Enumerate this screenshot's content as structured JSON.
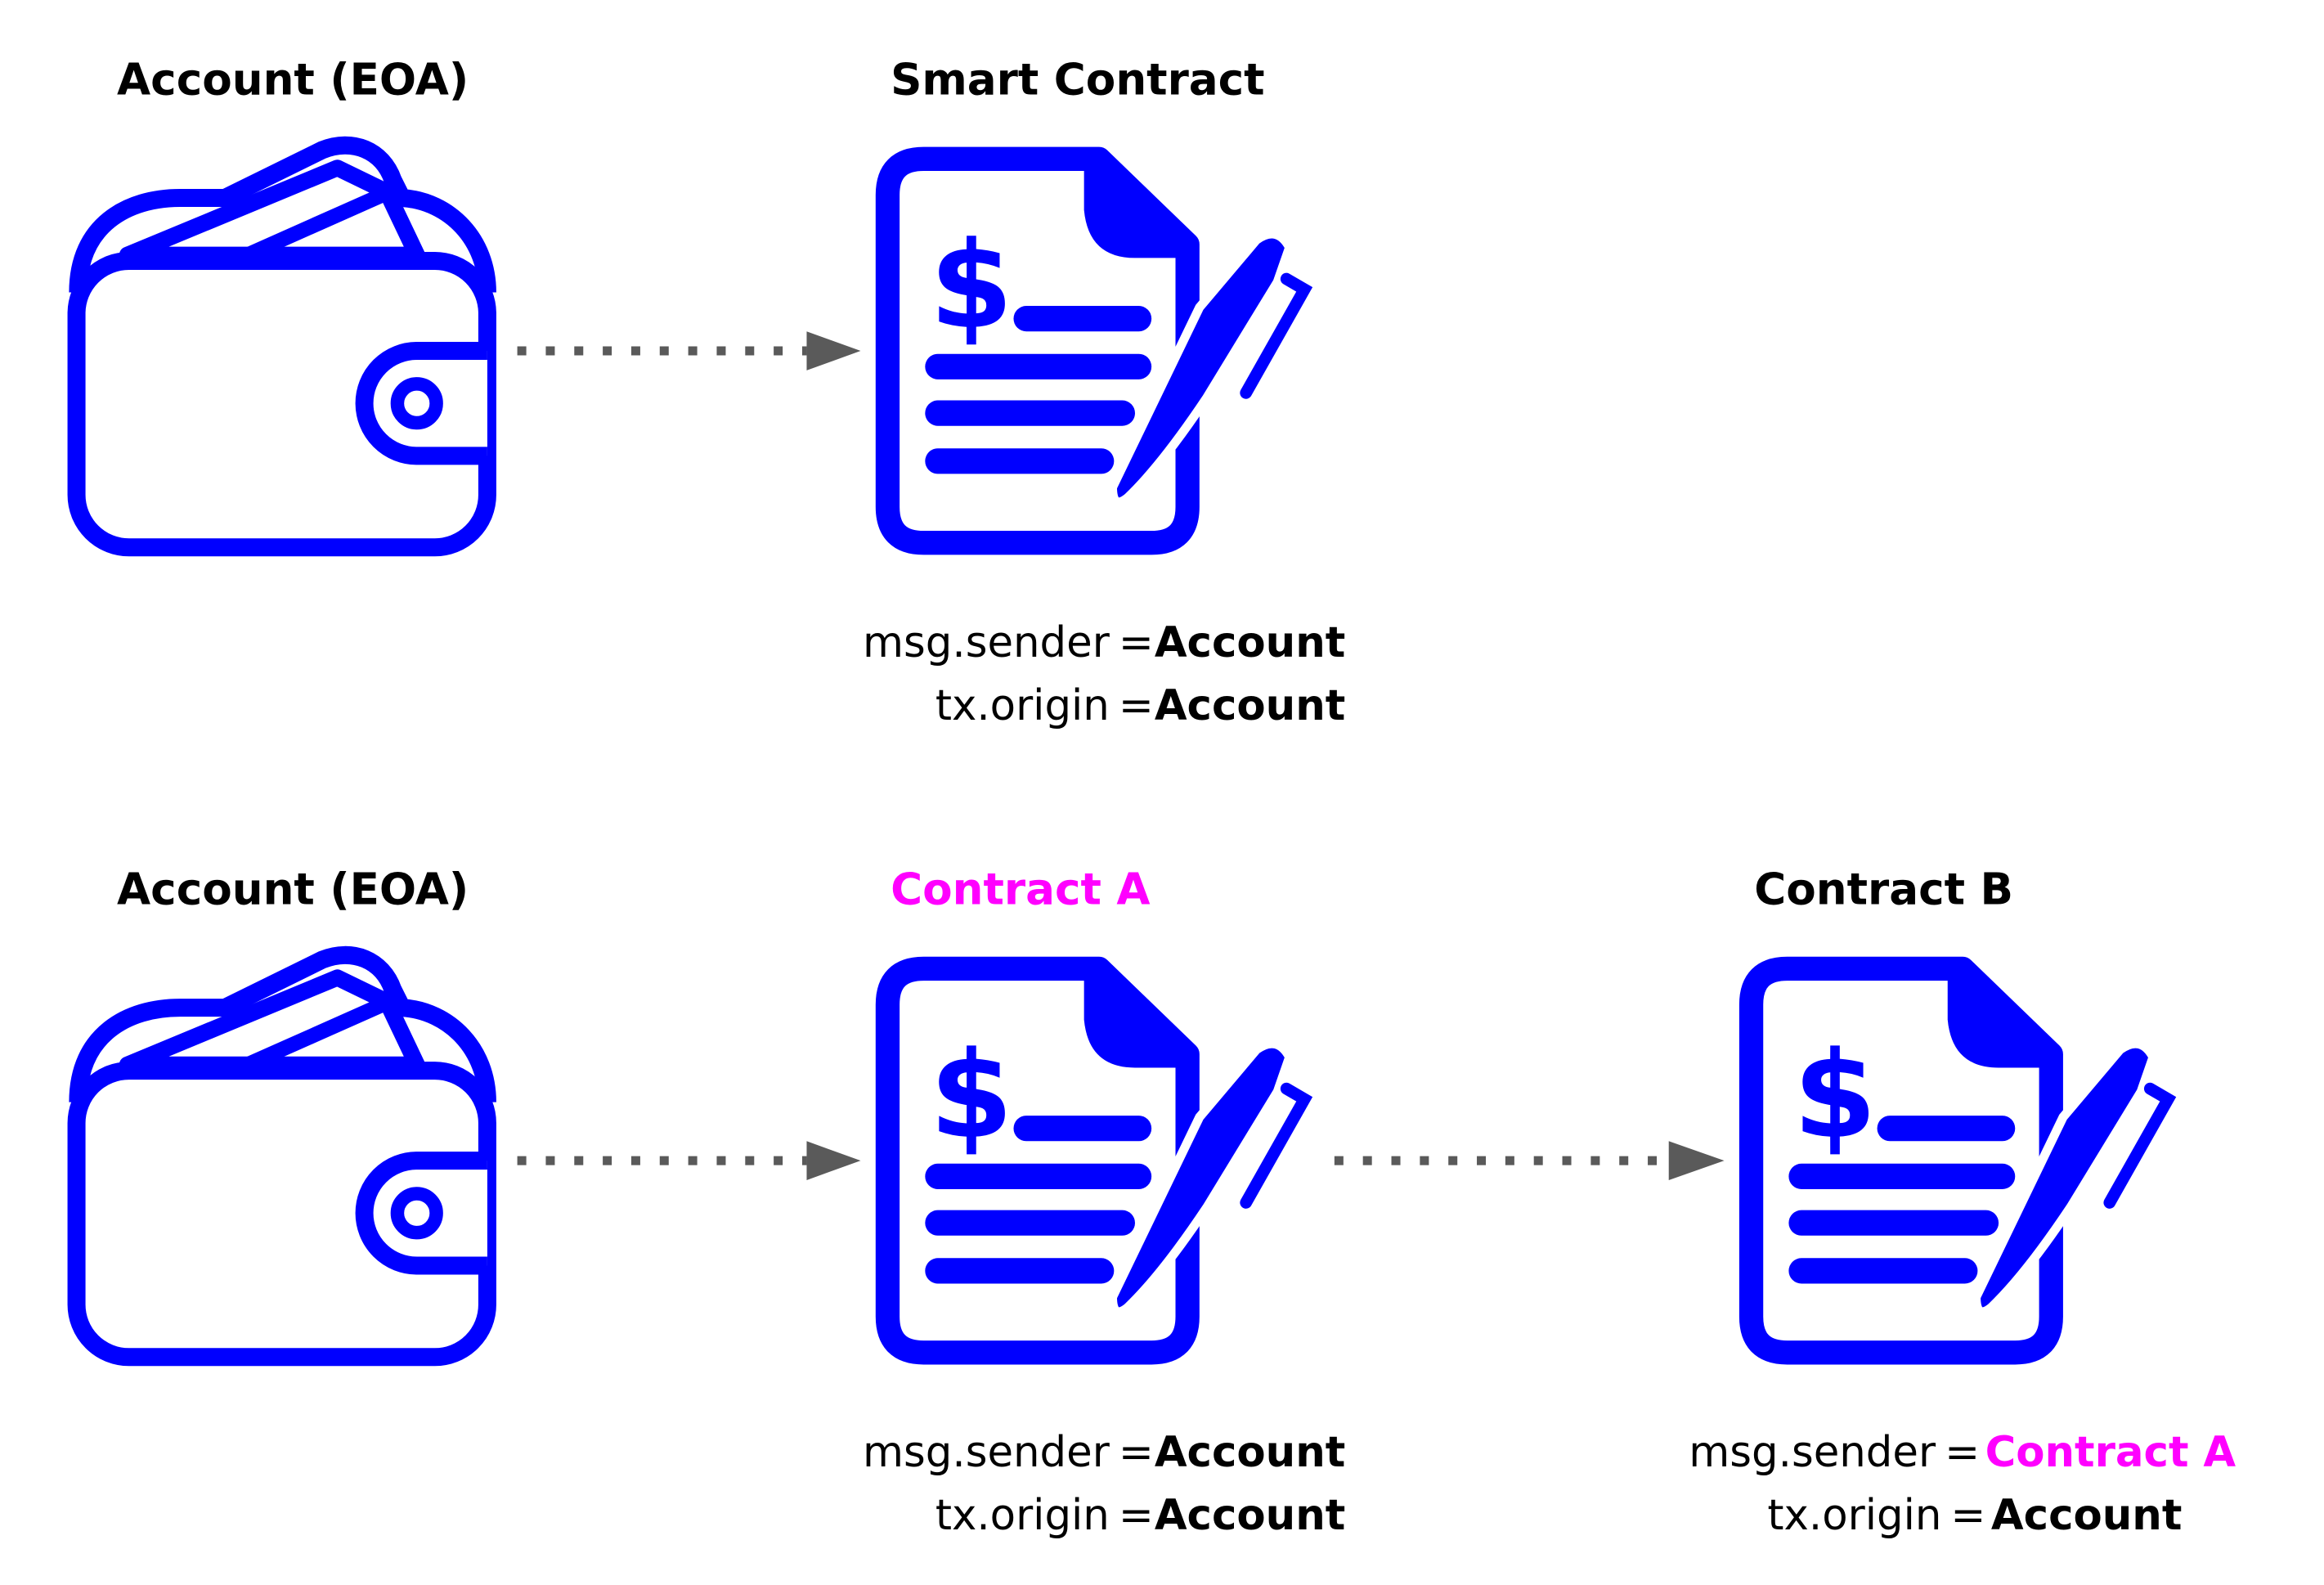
{
  "colors": {
    "icon": "#0000ff",
    "highlight": "#ff00ff",
    "arrow": "#5a5a5a"
  },
  "top_row": {
    "account_title": "Account (EOA)",
    "contract_title": "Smart Contract",
    "contract_info": {
      "msg_sender_label": "msg.sender",
      "msg_sender_value": "Account",
      "tx_origin_label": "tx.origin",
      "tx_origin_value": "Account",
      "equals": "="
    }
  },
  "bottom_row": {
    "account_title": "Account (EOA)",
    "contract_a_title": "Contract A",
    "contract_b_title": "Contract B",
    "contract_a_info": {
      "msg_sender_label": "msg.sender",
      "msg_sender_value": "Account",
      "tx_origin_label": "tx.origin",
      "tx_origin_value": "Account",
      "equals": "="
    },
    "contract_b_info": {
      "msg_sender_label": "msg.sender",
      "msg_sender_value": "Contract A",
      "tx_origin_label": "tx.origin",
      "tx_origin_value": "Account",
      "equals": "="
    }
  },
  "icons": {
    "dollar": "$"
  }
}
